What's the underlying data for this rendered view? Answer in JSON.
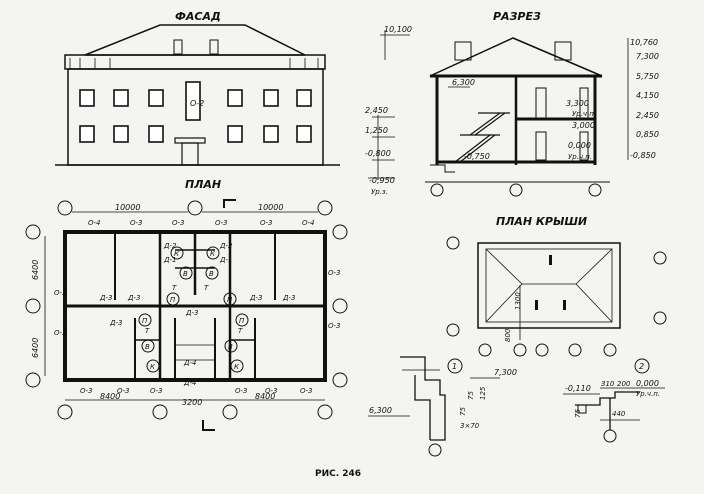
{
  "titles": {
    "facade": "ФАСАД",
    "section": "РАЗРЕЗ",
    "plan": "ПЛАН",
    "roof_plan": "ПЛАН КРЫШИ",
    "figure": "РИС. 246"
  },
  "facade": {
    "label_o2": "О-2",
    "level_10100": "10,100",
    "level_2450": "2,450",
    "level_1250": "1,250",
    "level_0800": "-0,800",
    "level_0950": "-0,950",
    "grade_label": "Ур.з."
  },
  "section": {
    "level_6300": "6,300",
    "level_3300": "3,300",
    "level_3000": "3,000",
    "level_0000": "0,000",
    "level_0750": "-0,750",
    "floor_label_1": "Ур.ч.п.",
    "floor_label_2": "Ур.ч.п."
  },
  "right_levels": [
    "10,760",
    "7,300",
    "5,750",
    "4,150",
    "2,450",
    "0,850",
    "-0,850"
  ],
  "plan": {
    "dim_top_left": "10000",
    "dim_top_right": "10000",
    "dim_bottom_left": "8400",
    "dim_bottom_mid": "3200",
    "dim_bottom_right": "8400",
    "dim_left_top": "6400",
    "dim_left_bottom": "6400",
    "windows_top": [
      "О-4",
      "О-3",
      "О-3",
      "О-3",
      "О-3",
      "О-4"
    ],
    "windows_bottom": [
      "О-3",
      "О-3",
      "О-3",
      "О-3",
      "О-3",
      "О-3"
    ],
    "windows_side": [
      "О-3",
      "О-3",
      "О-3",
      "О-3"
    ],
    "doors": [
      "Д-3",
      "Д-3",
      "Д-3",
      "Д-3",
      "Д-1",
      "Д-2",
      "Д-1",
      "Д-2",
      "Д-3",
      "Д-3",
      "Д-4",
      "Д-4"
    ],
    "room_K": "К",
    "room_V": "В",
    "room_P": "П",
    "room_T": "Т"
  },
  "roof": {
    "dim_1300": "1300",
    "dim_800": "800"
  },
  "details": {
    "detail1_num": "1",
    "detail1_level_top": "7,300",
    "detail1_level_bottom": "6,300",
    "detail1_dim_75": "75",
    "detail1_dim_125": "125",
    "detail1_dim_3x70": "3×70",
    "detail2_num": "2",
    "detail2_level_neg": "-0,110",
    "detail2_dim_310": "310",
    "detail2_dim_200": "200",
    "detail2_level_zero": "0,000",
    "detail2_floor": "Ур.ч.п.",
    "detail2_dim_75": "75",
    "detail2_dim_440": "440"
  }
}
